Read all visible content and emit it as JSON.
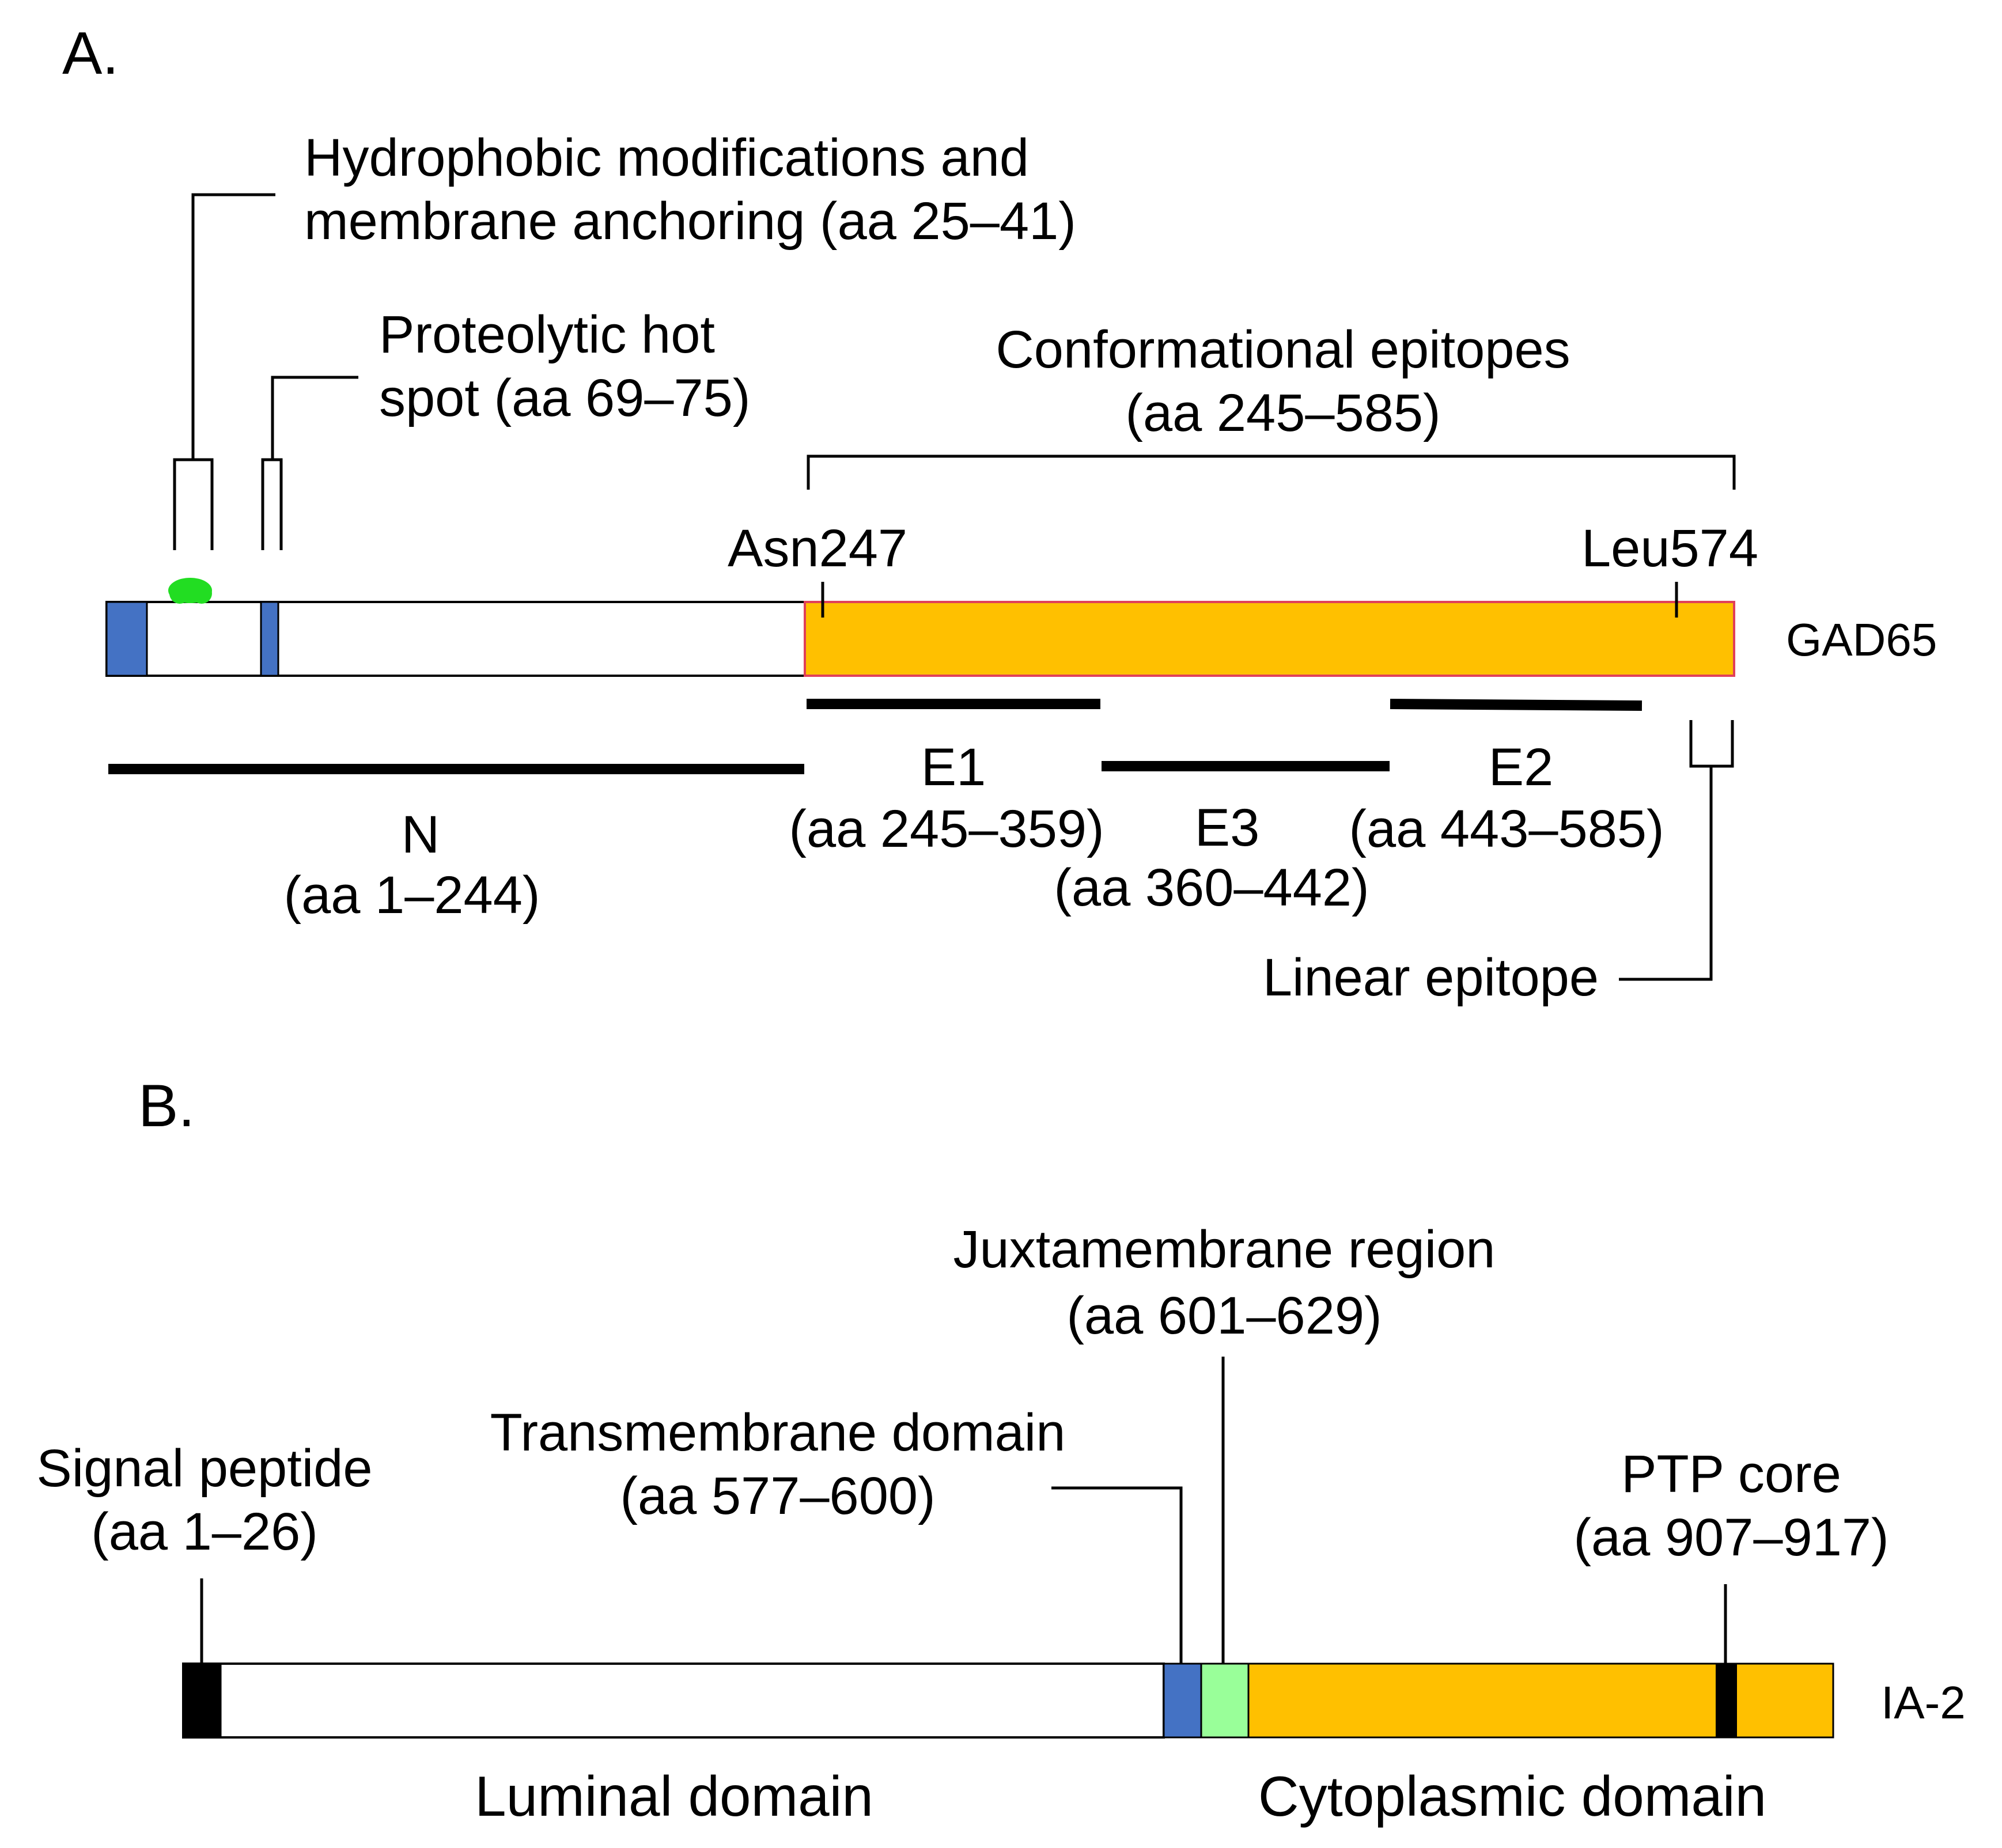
{
  "panel_a": {
    "letter": "A.",
    "protein": "GAD65",
    "hydrophobic": {
      "line1": "Hydrophobic modifications and",
      "line2": "membrane anchoring (aa 25–41)"
    },
    "proteolytic": {
      "line1": "Proteolytic hot",
      "line2": "spot (aa 69–75)"
    },
    "conformational": {
      "line1": "Conformational epitopes",
      "line2": "(aa 245–585)"
    },
    "asn": "Asn247",
    "leu": "Leu574",
    "region_n": {
      "name": "N",
      "range": "(aa 1–244)"
    },
    "region_e1": {
      "name": "E1",
      "range": "(aa 245–359)"
    },
    "region_e3": {
      "name": "E3",
      "range": "(aa 360–442)"
    },
    "region_e2": {
      "name": "E2",
      "range": "(aa 443–585)"
    },
    "linear": "Linear epitope",
    "colors": {
      "membrane_blue": "#4472C4",
      "epitope_orange": "#FFC000",
      "lipid_green": "#22DD22",
      "bar_outline_red": "#E0405A"
    }
  },
  "panel_b": {
    "letter": "B.",
    "protein": "IA-2",
    "signal": {
      "line1": "Signal peptide",
      "line2": "(aa 1–26)"
    },
    "transmembrane": {
      "line1": "Transmembrane domain",
      "line2": "(aa 577–600)"
    },
    "juxtamembrane": {
      "line1": "Juxtamembrane region",
      "line2": "(aa 601–629)"
    },
    "ptp": {
      "line1": "PTP core",
      "line2": "(aa 907–917)"
    },
    "luminal": "Luminal domain",
    "cytoplasmic": "Cytoplasmic domain",
    "colors": {
      "tm_blue": "#4472C4",
      "jm_green": "#99FF99",
      "cyto_orange": "#FFC000"
    }
  }
}
